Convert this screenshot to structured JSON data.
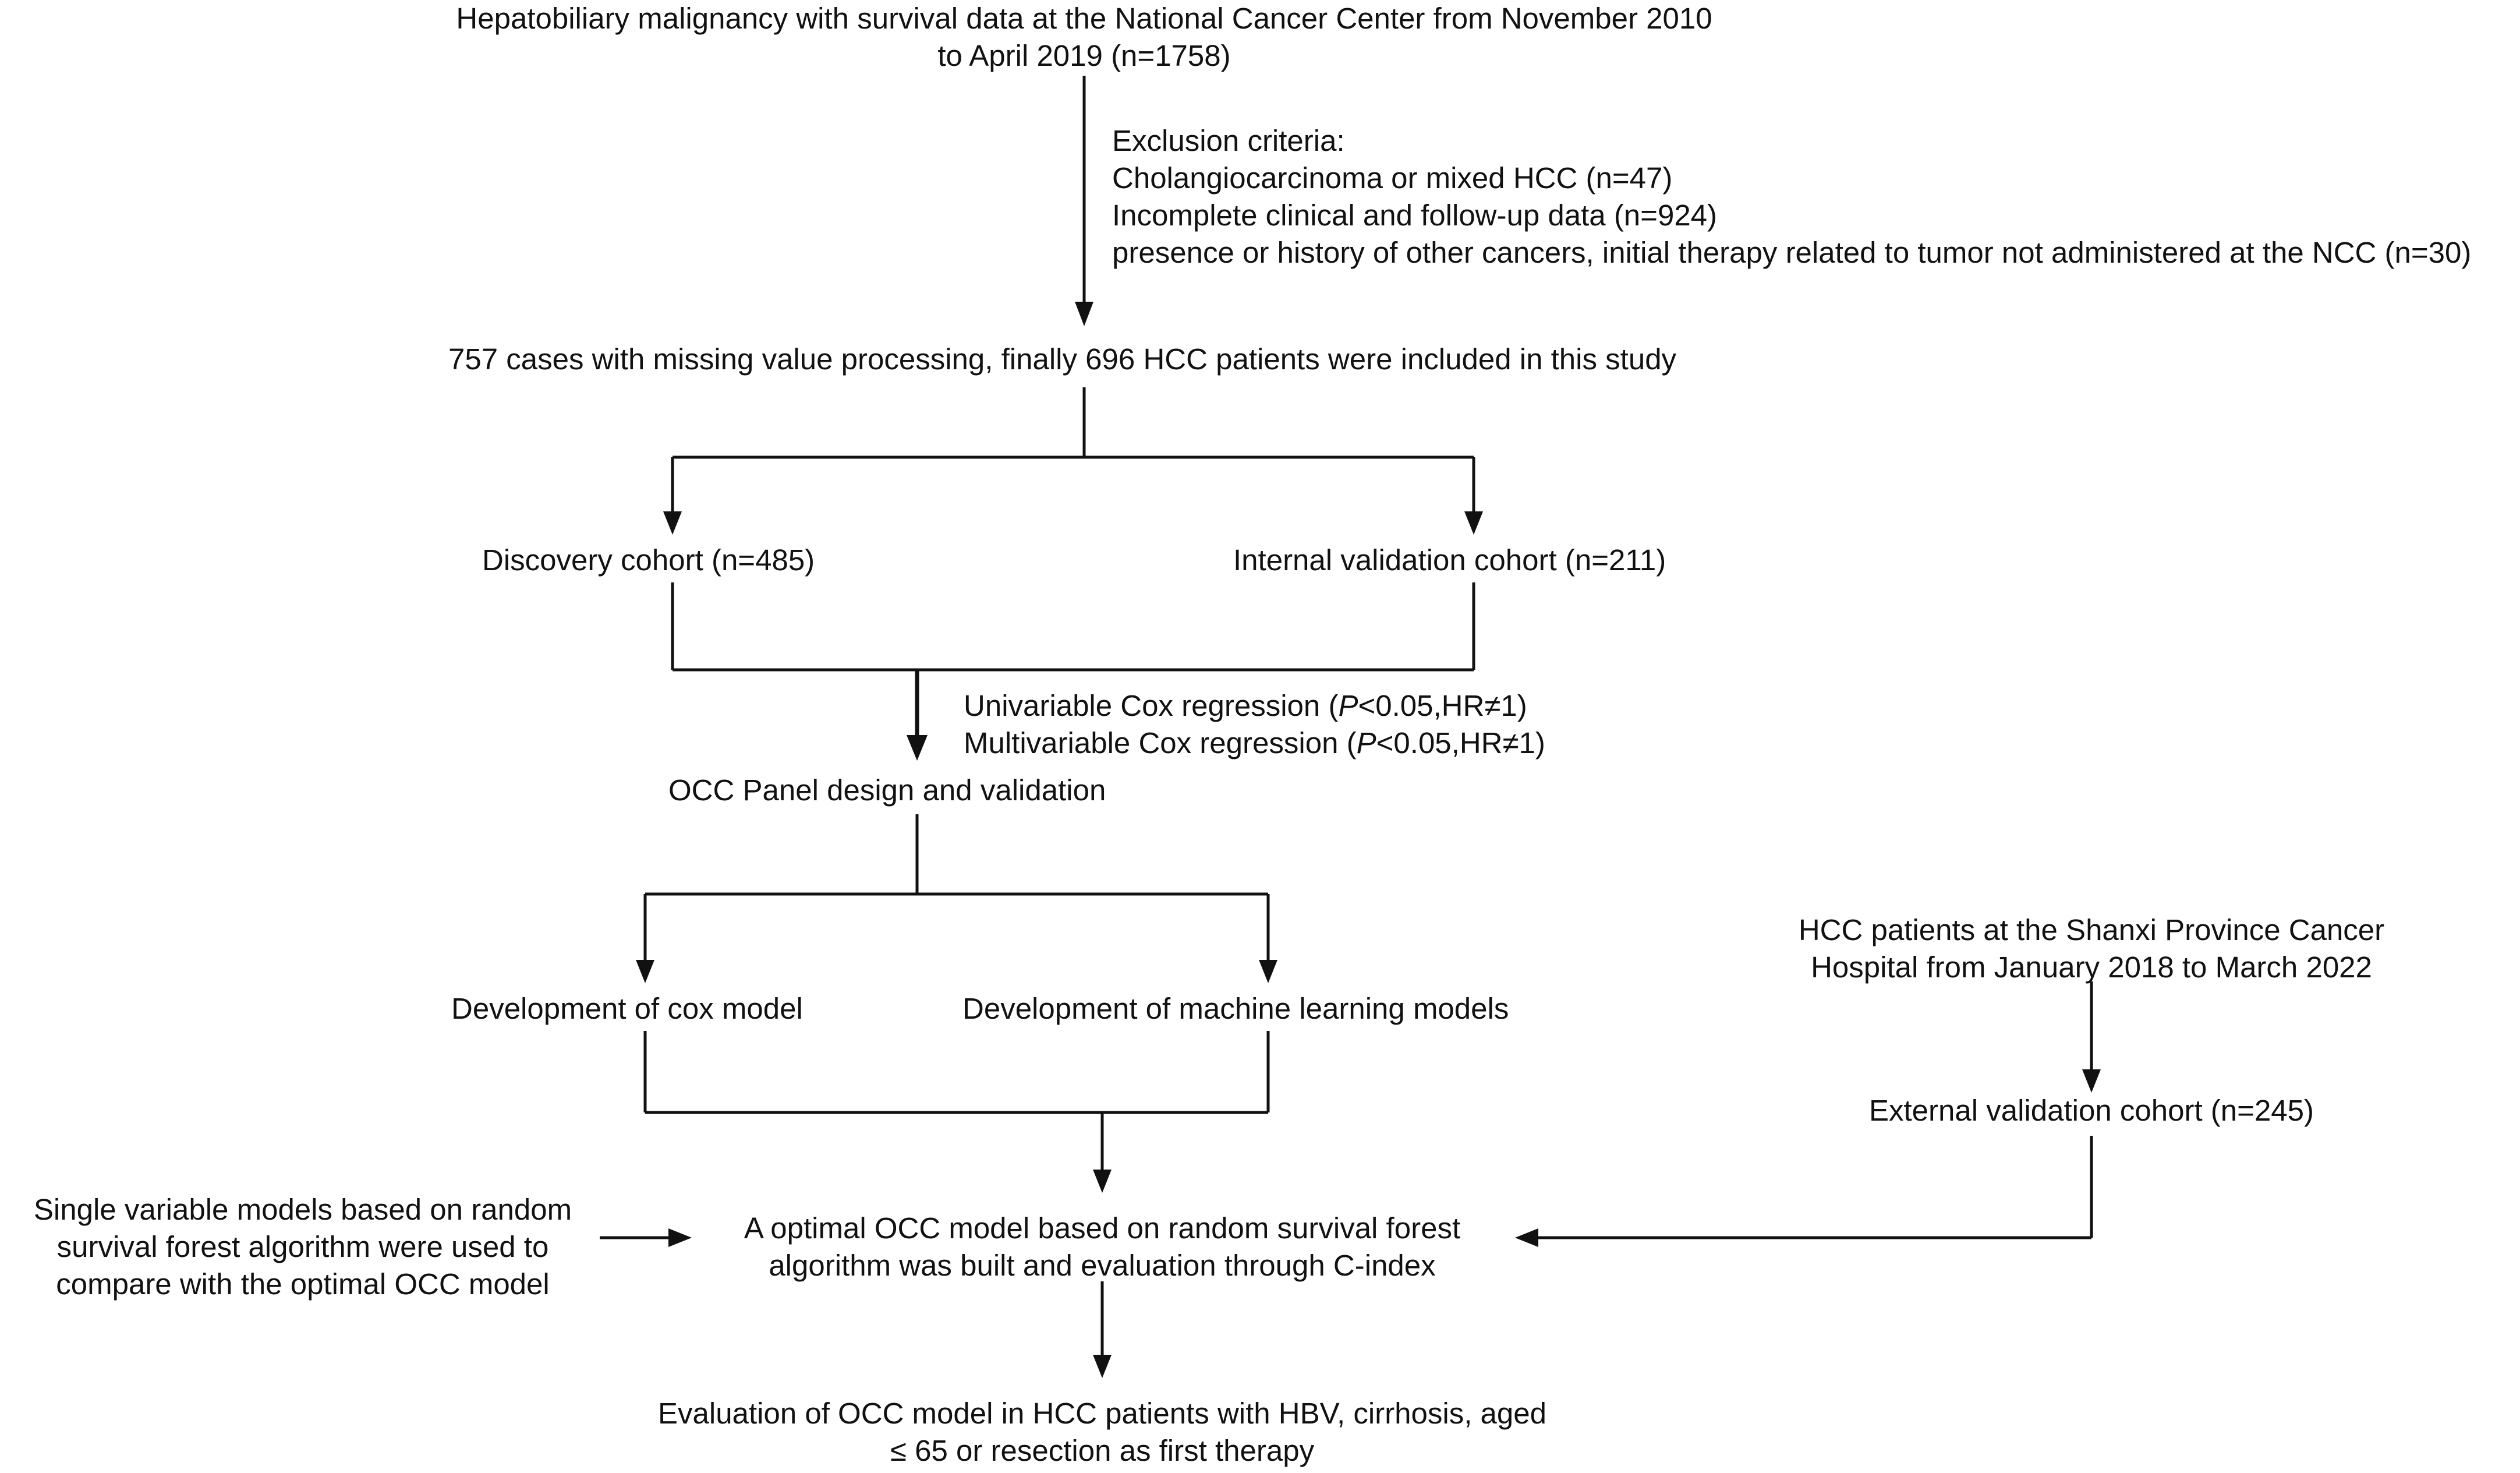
{
  "nodes": {
    "source": {
      "line1": "Hepatobiliary malignancy with survival data at the National Cancer Center from November 2010",
      "line2": "to April 2019 (n=1758)"
    },
    "exclusion": {
      "title": "Exclusion criteria:",
      "item1": "Cholangiocarcinoma or mixed HCC (n=47)",
      "item2": "Incomplete clinical and follow-up data (n=924)",
      "item3": "presence or history of other cancers, initial therapy related to tumor not administered at the NCC (n=30)"
    },
    "included": "757 cases with missing value processing, finally 696 HCC patients were included in this study",
    "discovery": "Discovery cohort (n=485)",
    "internal_validation": "Internal validation cohort (n=211)",
    "cox_steps": {
      "uni_prefix": "Univariable Cox regression (",
      "uni_p": "P",
      "uni_suffix": "<0.05,HR≠1)",
      "multi_prefix": "Multivariable Cox regression (",
      "multi_p": "P",
      "multi_suffix": "<0.05,HR≠1)"
    },
    "panel": "OCC Panel design and validation",
    "cox_model": "Development of cox model",
    "ml_models": "Development of machine learning models",
    "shanxi": {
      "line1": "HCC patients at the Shanxi Province Cancer",
      "line2": "Hospital from January 2018 to March 2022"
    },
    "external_validation": "External validation cohort (n=245)",
    "single_variable": {
      "line1": "Single variable models based on random",
      "line2": "survival forest algorithm were used to",
      "line3": "compare with the optimal OCC model"
    },
    "optimal": {
      "line1": "A optimal OCC model based on random survival forest",
      "line2": "algorithm was built and evaluation through C-index"
    },
    "evaluation": {
      "line1": "Evaluation of OCC model in HCC patients with HBV, cirrhosis, aged",
      "line2": "≤ 65 or resection as first therapy"
    }
  },
  "colors": {
    "text": "#111111",
    "lines": "#111111",
    "background": "#ffffff"
  }
}
